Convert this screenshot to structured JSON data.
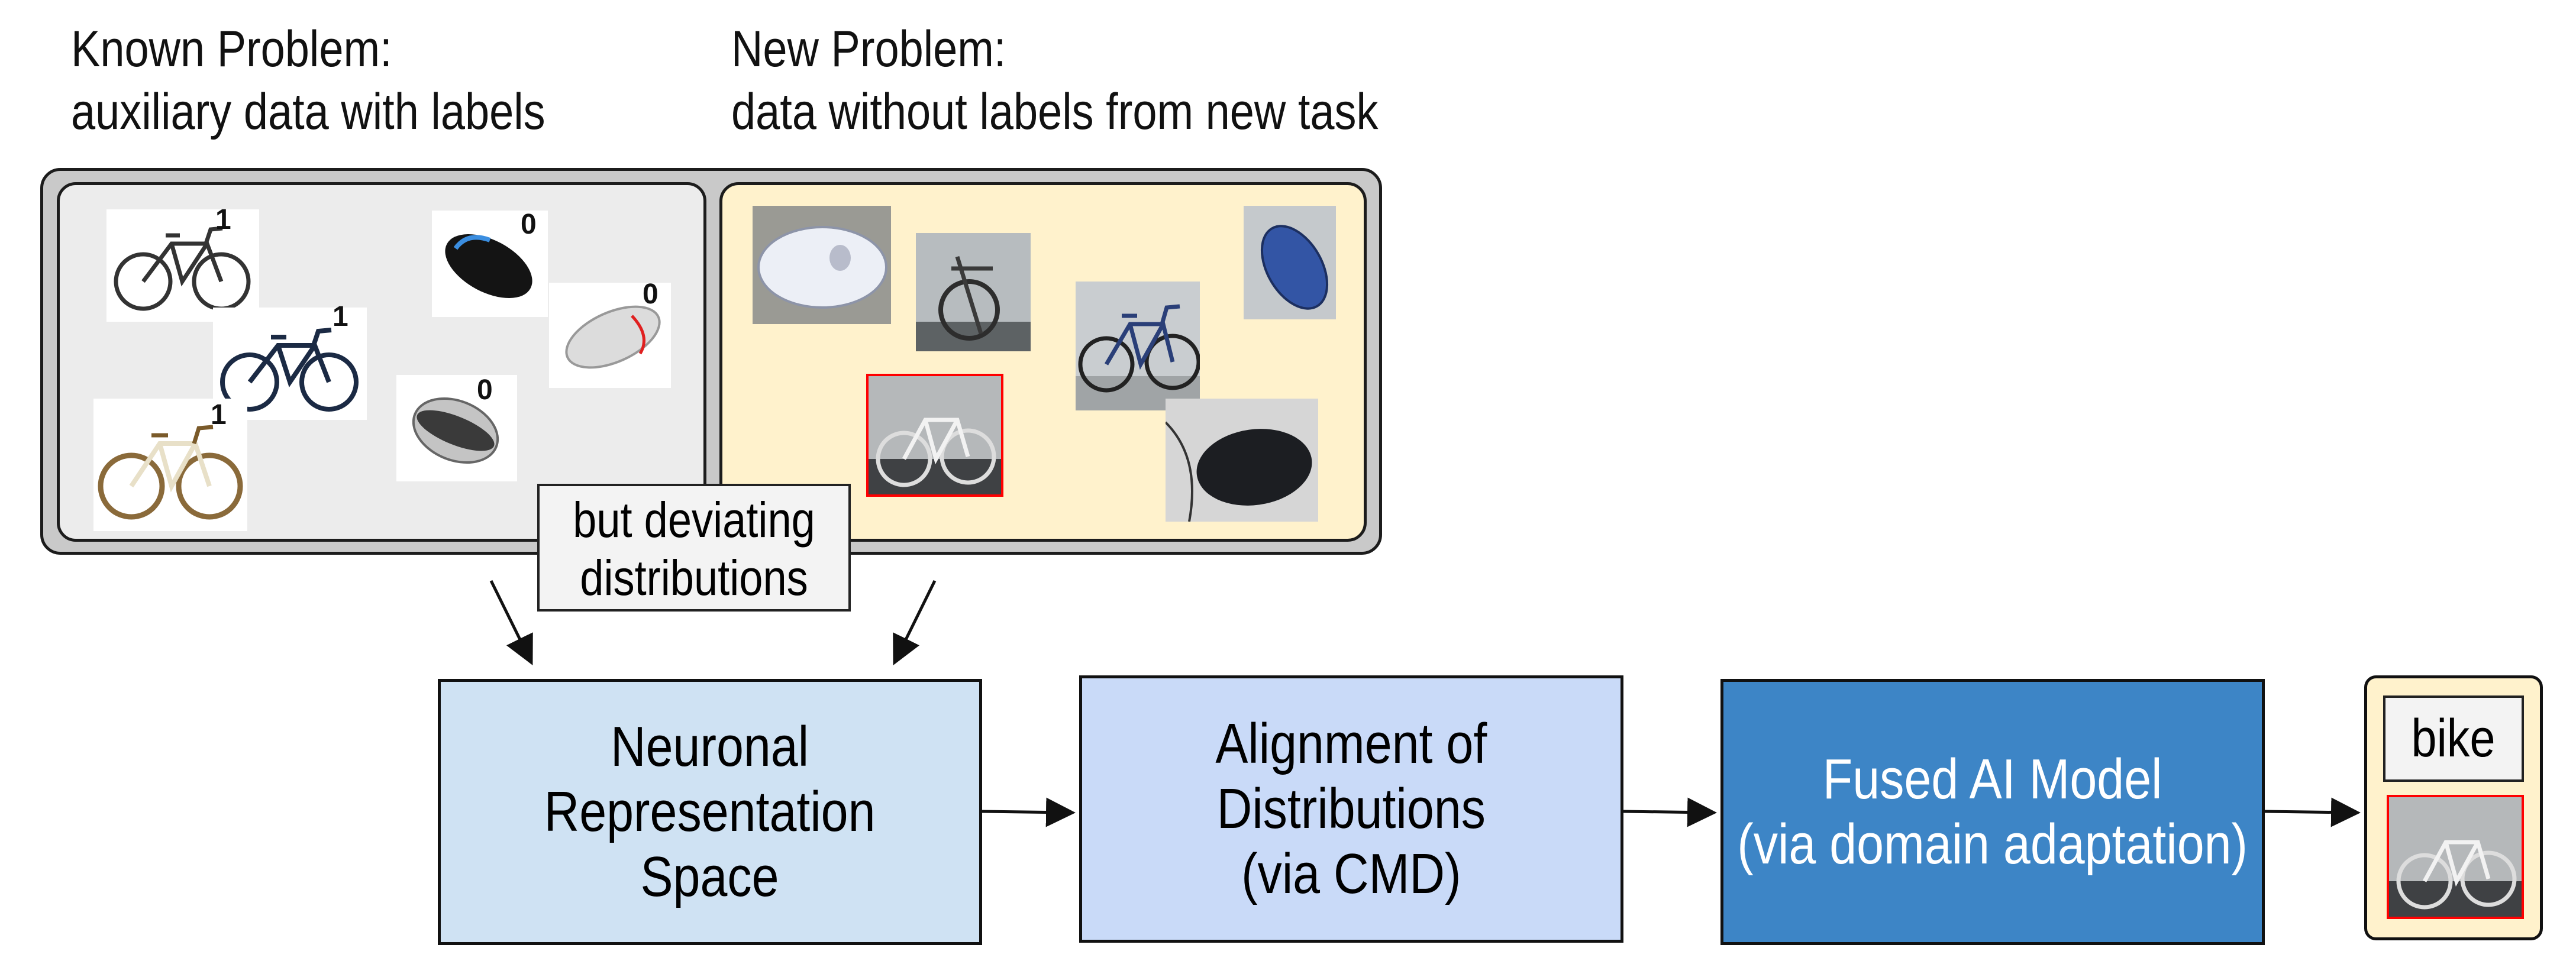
{
  "known_problem": {
    "title": "Known Problem:",
    "subtitle": "auxiliary data with labels",
    "images": [
      {
        "name": "bike",
        "label": "1"
      },
      {
        "name": "mouse",
        "label": "0"
      },
      {
        "name": "mouse",
        "label": "0"
      },
      {
        "name": "bike",
        "label": "1"
      },
      {
        "name": "bike",
        "label": "1"
      },
      {
        "name": "mouse",
        "label": "0"
      }
    ]
  },
  "new_problem": {
    "title": "New Problem:",
    "subtitle": "data without labels from new task",
    "images": [
      "mouse",
      "bike",
      "bike",
      "mouse",
      "bike",
      "mouse"
    ]
  },
  "callout": {
    "line1": "but deviating",
    "line2": "distributions"
  },
  "pipeline": {
    "box1": {
      "line1": "Neuronal",
      "line2": "Representation",
      "line3": "Space"
    },
    "box2": {
      "line1": "Alignment of",
      "line2": "Distributions",
      "line3": "(via CMD)"
    },
    "box3": {
      "line1": "Fused AI Model",
      "line2": "(via domain adaptation)"
    }
  },
  "output": {
    "label": "bike"
  },
  "colors": {
    "known_panel": "#ececec",
    "new_panel": "#fff2cc",
    "box1": "#cfe2f3",
    "box2": "#c9daf8",
    "box3": "#3d85c6",
    "highlight": "#ff0000"
  }
}
